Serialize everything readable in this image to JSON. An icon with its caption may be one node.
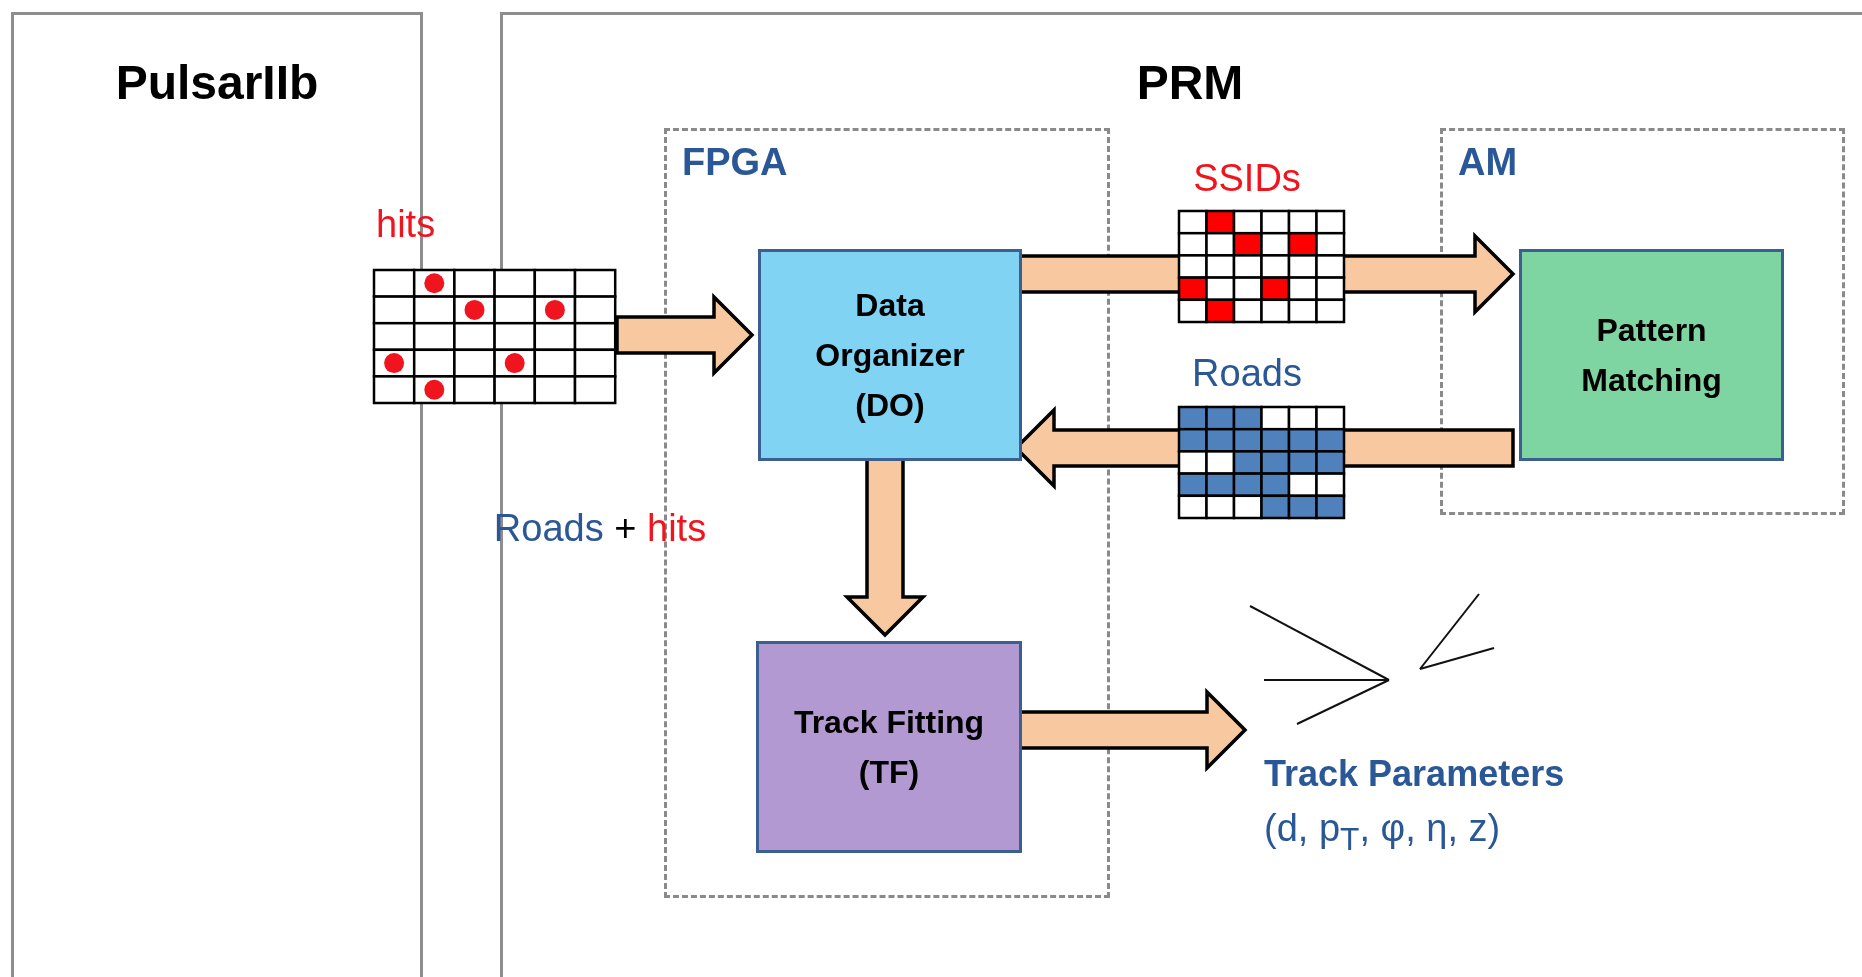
{
  "diagram": {
    "nodes": [
      {
        "text": [
          "PulsarIIb"
        ]
      },
      {
        "text": [
          "PRM"
        ]
      },
      {
        "text": [
          "FPGA"
        ],
        "in": 1
      },
      {
        "text": [
          "AM"
        ],
        "in": 1
      },
      {
        "text": [
          "Data Organizer (DO)"
        ],
        "in": 2
      },
      {
        "text": [
          "Pattern Matching"
        ],
        "in": 3
      },
      {
        "text": [
          "Track Fitting (TF)"
        ],
        "in": 2
      },
      {
        "text": [
          "hits"
        ]
      },
      {
        "text": [
          "Track Parameters",
          "(d, p$_{T}$, φ, η, z)"
        ],
        "in": 1
      }
    ],
    "edges": [
      {
        "from": 7,
        "to": 4,
        "arrow": "to"
      },
      {
        "from": 4,
        "to": 5,
        "arrow": "to",
        "label": "SSIDs"
      },
      {
        "from": 5,
        "to": 4,
        "arrow": "to",
        "label": "Roads"
      },
      {
        "from": 4,
        "to": 6,
        "arrow": "to",
        "label": "Roads + hits"
      },
      {
        "from": 6,
        "to": 8,
        "arrow": "to"
      }
    ]
  }
}
